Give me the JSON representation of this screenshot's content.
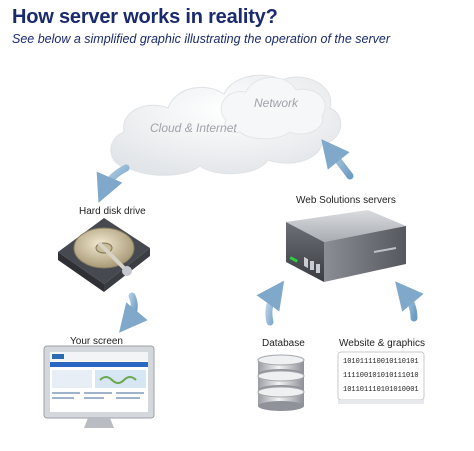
{
  "header": {
    "title": "How server works in reality?",
    "subtitle": "See below a simplified graphic illustrating the operation of the server"
  },
  "cloud": {
    "primary_label": "Cloud & Internet",
    "secondary_label": "Network"
  },
  "nodes": {
    "hard_disk": {
      "label": "Hard disk drive"
    },
    "server": {
      "label": "Web Solutions servers"
    },
    "screen": {
      "label": "Your screen"
    },
    "database": {
      "label": "Database"
    },
    "website": {
      "label": "Website & graphics",
      "binary_lines": [
        "101011110010110101",
        "111100101010111010",
        "101101110101010001"
      ]
    }
  },
  "colors": {
    "title": "#1a2a6e",
    "arrow": "#8fb4d2",
    "cloud": "#eef0f2",
    "server_body": "#5c5f66",
    "server_led": "#2ecc40"
  },
  "icons": [
    "cloud-icon",
    "hard-disk-icon",
    "server-icon",
    "monitor-icon",
    "database-icon",
    "document-icon",
    "arrow-icon"
  ]
}
